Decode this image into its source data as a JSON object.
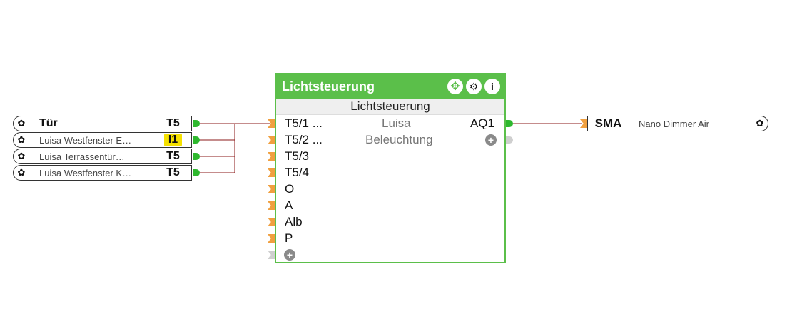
{
  "inputs": [
    {
      "name": "Tür",
      "tag": "T5",
      "highlight": false,
      "bold": true
    },
    {
      "name": "Luisa Westfenster E…",
      "tag": "I1",
      "highlight": true,
      "bold": false
    },
    {
      "name": "Luisa Terrassentür…",
      "tag": "T5",
      "highlight": false,
      "bold": false
    },
    {
      "name": "Luisa Westfenster K…",
      "tag": "T5",
      "highlight": false,
      "bold": false
    }
  ],
  "block": {
    "title": "Lichtsteuerung",
    "subtitle": "Lichtsteuerung",
    "inputs": [
      "T5/1 ...",
      "T5/2 ...",
      "T5/3",
      "T5/4",
      "O",
      "A",
      "Alb",
      "P"
    ],
    "center_text": [
      "Luisa",
      "Beleuchtung"
    ],
    "outputs": [
      "AQ1"
    ],
    "header_icons": [
      "move-icon",
      "gear-icon",
      "info-icon"
    ]
  },
  "output": {
    "tag": "SMA",
    "name": "Nano Dimmer Air"
  },
  "colors": {
    "block_green": "#5bbf4a",
    "port_green": "#2eb82e",
    "port_orange": "#f0a040",
    "port_gray": "#cfcfcf",
    "wire": "#8b1a1a",
    "highlight": "#f5e100"
  }
}
